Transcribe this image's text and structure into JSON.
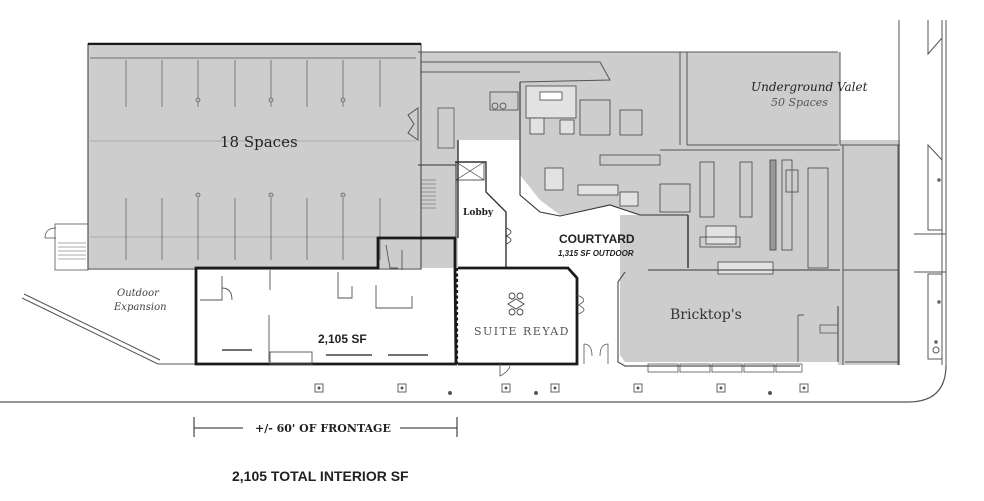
{
  "plan": {
    "colors": {
      "fill_grey": "#cdcdcd",
      "wall": "#4a4a4a",
      "thick_wall": "#1a1a1a",
      "background": "#ffffff",
      "text": "#222222"
    },
    "labels": {
      "parking": "18 Spaces",
      "valet_title": "Underground Valet",
      "valet_spaces": "50 Spaces",
      "lobby": "Lobby",
      "courtyard_title": "COURTYARD",
      "courtyard_area": "1,315 SF OUTDOOR",
      "outdoor_line1": "Outdoor",
      "outdoor_line2": "Expansion",
      "suite_area": "2,105 SF",
      "neighbor_tenant": "SUITE REYAD",
      "restaurant": "Bricktop's"
    },
    "dimension": {
      "frontage_label": "+/- 60' OF FRONTAGE"
    },
    "footer": {
      "total": "2,105 TOTAL INTERIOR SF"
    },
    "icons": [
      "suite-reyad-logo-icon",
      "stair-icon",
      "elevator-icon",
      "door-swing-icon",
      "column-icon"
    ]
  }
}
